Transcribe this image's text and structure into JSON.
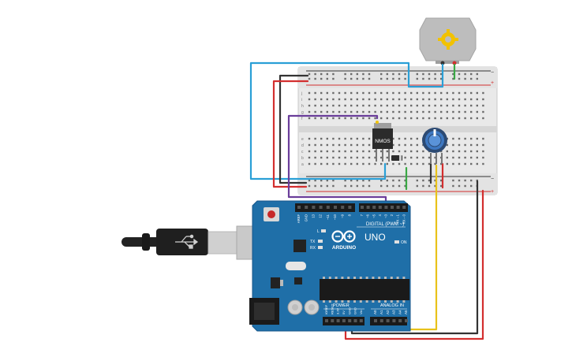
{
  "circuit": {
    "transistor_label": "NMOS",
    "arduino": {
      "logo_text": "ARDUINO",
      "model": "UNO",
      "digital_label": "DIGITAL (PWM ~)",
      "power_label": "POWER",
      "analog_label": "ANALOG IN",
      "on_label": "ON",
      "tx_label": "TX",
      "rx_label": "RX",
      "l_label": "L",
      "digital_pins": [
        "AREF",
        "GND",
        "13",
        "12",
        "~11",
        "~10",
        "~9",
        "8",
        "7",
        "~6",
        "~5",
        "4",
        "~3",
        "2",
        "TX→1",
        "RX←0"
      ],
      "power_pins": [
        "IOREF",
        "RESET",
        "3.3V",
        "5V",
        "GND",
        "GND",
        "Vin"
      ],
      "analog_pins": [
        "A0",
        "A1",
        "A2",
        "A3",
        "A4",
        "A5"
      ]
    },
    "breadboard": {
      "rail_plus": "+",
      "rail_minus": "−",
      "row_letters_top": [
        "j",
        "i",
        "h",
        "g",
        "f"
      ],
      "row_letters_bottom": [
        "e",
        "d",
        "c",
        "b",
        "a"
      ]
    },
    "colors": {
      "board_blue": "#1f6fa8",
      "wire_red": "#d32f2f",
      "wire_black": "#333333",
      "wire_blue": "#2a9fd6",
      "wire_purple": "#6a3d9a",
      "wire_green": "#3aa845",
      "wire_yellow": "#e8c21a"
    }
  }
}
